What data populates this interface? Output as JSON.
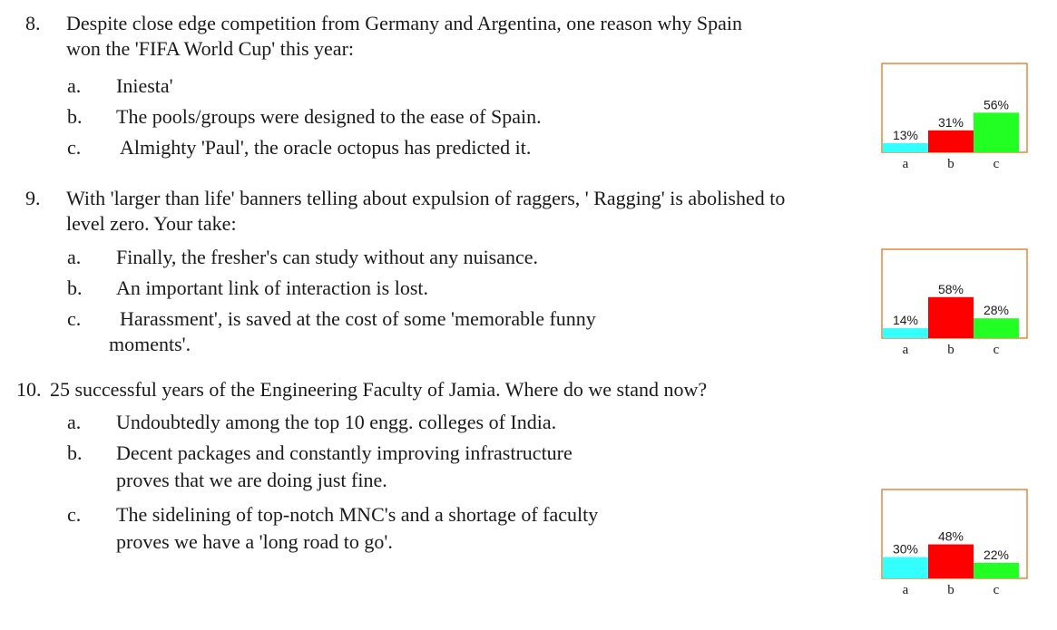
{
  "questions": [
    {
      "number": "8.",
      "line1": "Despite close edge competition from Germany and Argentina, one reason why Spain",
      "line2": "won the 'FIFA World Cup' this year:",
      "options": [
        {
          "letter": "a.",
          "text": "Iniesta'"
        },
        {
          "letter": "b.",
          "text": "The pools/groups were designed to the ease of Spain."
        },
        {
          "letter": "c.",
          "text": "Almighty 'Paul', the oracle octopus has predicted it."
        }
      ]
    },
    {
      "number": "9.",
      "line1": "With 'larger than life' banners telling about expulsion of raggers, ' Ragging' is abolished to",
      "line2": "level zero. Your take:",
      "options": [
        {
          "letter": "a.",
          "text": "Finally, the fresher's can study without any nuisance."
        },
        {
          "letter": "b.",
          "text": "An important link of interaction is lost."
        },
        {
          "letter": "c.",
          "text": "Harassment', is saved at the cost of some 'memorable funny",
          "text2": "moments'."
        }
      ]
    },
    {
      "number": "10.",
      "line1": "25 successful years of the Engineering Faculty of Jamia. Where do we stand now?",
      "line2": "",
      "options": [
        {
          "letter": "a.",
          "text": "Undoubtedly among the top 10 engg. colleges of India."
        },
        {
          "letter": "b.",
          "text": "Decent packages and constantly improving infrastructure",
          "text2": "proves that we are doing just fine."
        },
        {
          "letter": "c.",
          "text": "The sidelining of top-notch MNC's and a shortage of faculty",
          "text2": "proves we have a 'long road to go'."
        }
      ]
    }
  ],
  "chart_data": [
    {
      "type": "bar",
      "categories": [
        "a",
        "b",
        "c"
      ],
      "values": [
        13,
        31,
        56
      ],
      "value_labels": [
        "13%",
        "31%",
        "56%"
      ],
      "ylim": [
        0,
        100
      ],
      "colors": [
        "#33ffff",
        "#ff0000",
        "#22ff22"
      ],
      "frame_color": "#e08a3c"
    },
    {
      "type": "bar",
      "categories": [
        "a",
        "b",
        "c"
      ],
      "values": [
        14,
        58,
        28
      ],
      "value_labels": [
        "14%",
        "58%",
        "28%"
      ],
      "ylim": [
        0,
        100
      ],
      "colors": [
        "#33ffff",
        "#ff0000",
        "#22ff22"
      ],
      "frame_color": "#e08a3c"
    },
    {
      "type": "bar",
      "categories": [
        "a",
        "b",
        "c"
      ],
      "values": [
        30,
        48,
        22
      ],
      "value_labels": [
        "30%",
        "48%",
        "22%"
      ],
      "ylim": [
        0,
        100
      ],
      "colors": [
        "#33ffff",
        "#ff0000",
        "#22ff22"
      ],
      "frame_color": "#e08a3c"
    }
  ]
}
